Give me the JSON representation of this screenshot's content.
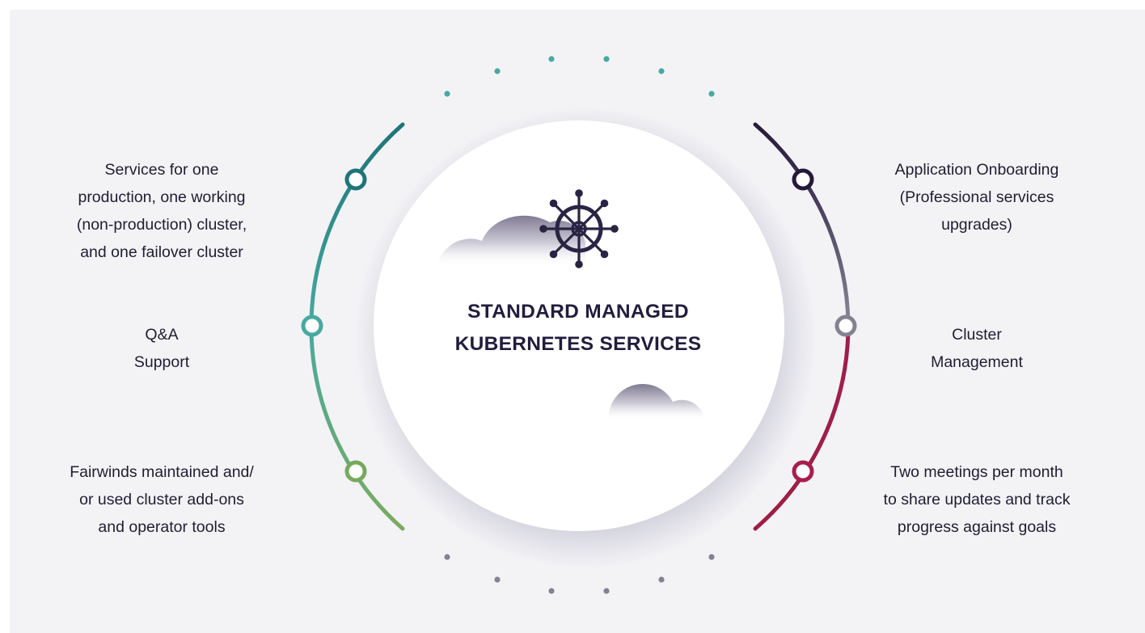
{
  "diagram": {
    "title": "STANDARD MANAGED\nKUBERNETES SERVICES",
    "left_items": [
      {
        "text": "Services for one\nproduction, one working\n(non-production) cluster,\nand one failover cluster"
      },
      {
        "text": "Q&A\nSupport"
      },
      {
        "text": "Fairwinds maintained and/\nor used cluster add-ons\nand operator tools"
      }
    ],
    "right_items": [
      {
        "text": "Application Onboarding\n(Professional services\nupgrades)"
      },
      {
        "text": "Cluster\nManagement"
      },
      {
        "text": "Two meetings per month\nto share updates and track\nprogress against goals"
      }
    ],
    "colors": {
      "background": "#f3f3f6",
      "left_arc_top": "#1d7378",
      "left_arc_mid": "#47aaa0",
      "left_arc_bottom": "#7aab5f",
      "right_arc_top": "#251a3a",
      "right_arc_mid": "#858190",
      "right_arc_bottom": "#a81e4b",
      "dots_top": "#47aaa0",
      "dots_bottom": "#858190",
      "helm": "#2a2444"
    },
    "icon": "kubernetes-helm-icon"
  }
}
